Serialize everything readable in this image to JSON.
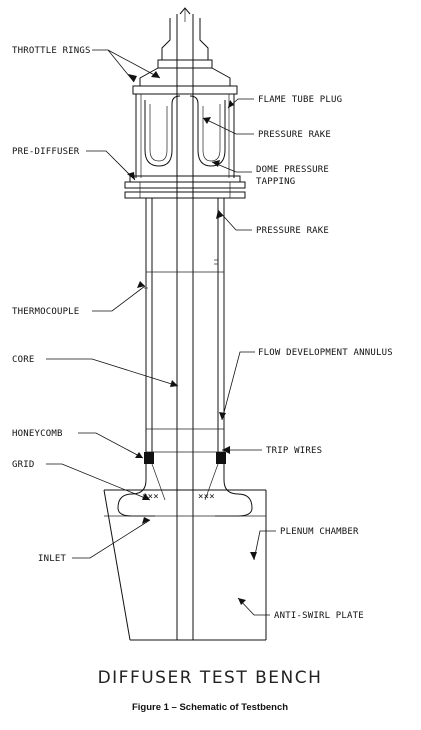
{
  "labels": {
    "throttle_rings": "THROTTLE RINGS",
    "flame_tube_plug": "FLAME TUBE PLUG",
    "pressure_rake_top": "PRESSURE RAKE",
    "pre_diffuser": "PRE-DIFFUSER",
    "dome_pressure_line1": "DOME PRESSURE",
    "dome_pressure_line2": "TAPPING",
    "pressure_rake_mid": "PRESSURE RAKE",
    "thermocouple": "THERMOCOUPLE",
    "core": "CORE",
    "flow_development_annulus": "FLOW DEVELOPMENT ANNULUS",
    "honeycomb": "HONEYCOMB",
    "trip_wires": "TRIP WIRES",
    "grid": "GRID",
    "plenum_chamber": "PLENUM CHAMBER",
    "inlet": "INLET",
    "anti_swirl_plate": "ANTI-SWIRL PLATE"
  },
  "title": "DIFFUSER TEST BENCH",
  "caption": "Figure 1 – Schematic of Testbench"
}
